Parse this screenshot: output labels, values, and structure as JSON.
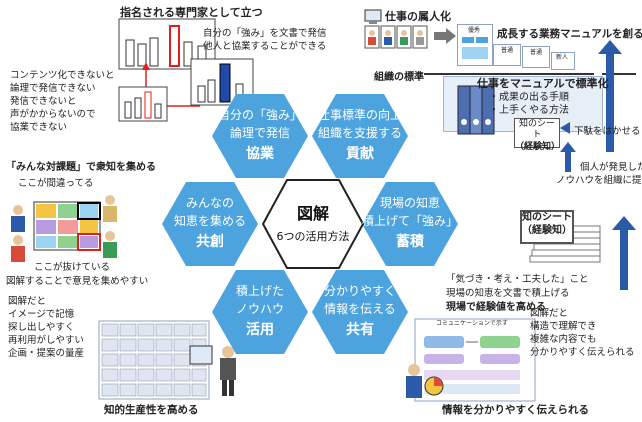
{
  "diagram": {
    "center": {
      "title": "図解",
      "subtitle": "6つの活用方法"
    },
    "hexagons": [
      {
        "id": "kyougyou",
        "line1": "自分の「強み」",
        "line2": "論理で発信",
        "title": "協業"
      },
      {
        "id": "kouken",
        "line1": "仕事標準の向上",
        "line2": "組織を支援する",
        "title": "貢献"
      },
      {
        "id": "kyousou",
        "line1": "みんなの",
        "line2": "知恵を集める",
        "title": "共創"
      },
      {
        "id": "chikuseki",
        "line1": "現場の知恵",
        "line2": "積上げて「強み」",
        "title": "蓄積"
      },
      {
        "id": "katsuyou",
        "line1": "積上げた",
        "line2": "ノウハウ",
        "title": "活用"
      },
      {
        "id": "kyouyuu",
        "line1": "分かりやすく",
        "line2": "情報を伝える",
        "title": "共有"
      }
    ],
    "top_left": {
      "heading": "指名される専門家として立つ",
      "caption": [
        "自分の「強み」を文書で発信",
        "他人と協業することができる"
      ],
      "problem": [
        "コンテンツ化できないと",
        "論理で発信できない",
        "発信できないと",
        "声がかからないので",
        "協業できない"
      ]
    },
    "top_right": {
      "label_personal": "仕事の属人化",
      "heading_manual": "成長する業務マニュアルを創る",
      "label_standard": "組織の標準",
      "arrow_label": "組織の標準",
      "standard_title": "仕事をマニュアルで標準化",
      "standard_items": [
        "・成果の出る手順",
        "・上手くやる方法"
      ],
      "doc_roles": [
        "優秀",
        "普通",
        "普通",
        "新人"
      ],
      "sheet_label": [
        "知のシート",
        "（経験知）"
      ],
      "waste_note": "下駄をはかせる"
    },
    "left": {
      "heading": "「みんな対課題」で衆知を集める",
      "callout_top": "ここが間違ってる",
      "callout_bottom": "ここが抜けている",
      "footer": "図解することで意見を集めやすい"
    },
    "right": {
      "note": [
        "個人が発見した",
        "ノウハウを組織に提供"
      ],
      "sheet_label": [
        "知のシート",
        "（経験知）"
      ],
      "caption": [
        "「気づき・考え・工夫した」こと",
        "現場の知恵を文書で積上げる"
      ],
      "caption_bold": "現場で経験値を高める"
    },
    "bottom_left": {
      "notes": [
        "図解だと",
        "イメージで記憶",
        "探し出しやすく",
        "再利用がしやすい",
        "企画・提案の量産"
      ],
      "footer": "知的生産性を高める"
    },
    "bottom_right": {
      "notes": [
        "図解だと",
        "構造で理解でき",
        "複雑な内容でも",
        "分かりやすく伝えられる"
      ],
      "footer": "情報を分かりやすく伝えられる",
      "doc_title": "コミュニケーションで示す"
    }
  },
  "colors": {
    "hex": "#4da3dd",
    "center_border": "#222222",
    "arrow_blue": "#2a5aa8",
    "red": "#e0201b",
    "note_bg": "#e6eef8"
  }
}
